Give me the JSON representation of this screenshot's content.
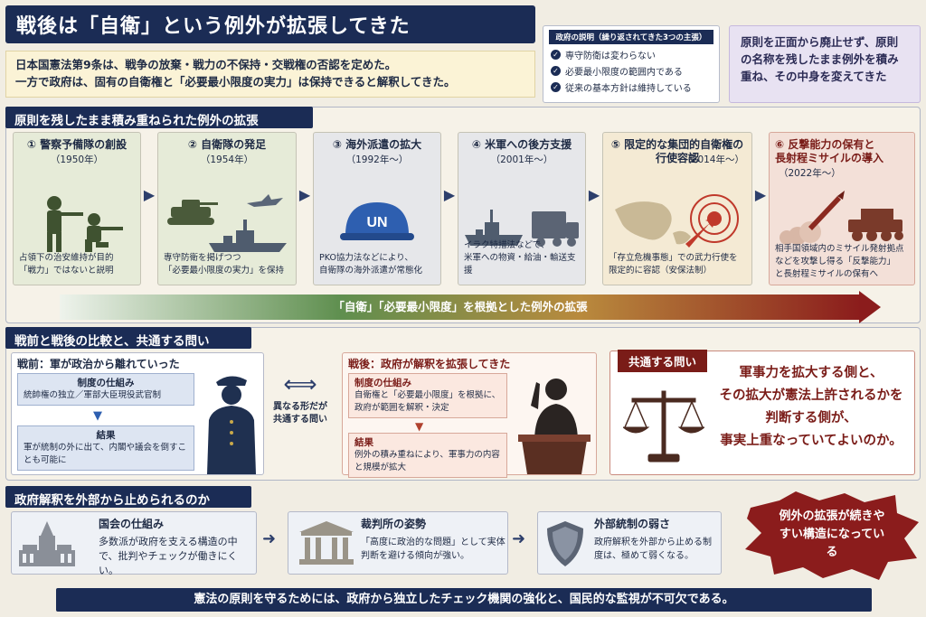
{
  "title": "戦後は「自衛」という例外が拡張してきた",
  "intro": {
    "line1": "日本国憲法第9条は、戦争の放棄・戦力の不保持・交戦権の否認を定めた。",
    "line2": "一方で政府は、固有の自衛権と「必要最小限度の実力」は保持できると解釈してきた。"
  },
  "explanation": {
    "header": "政府の説明（繰り返されてきた3つの主張）",
    "items": [
      "専守防衛は変わらない",
      "必要最小限度の範囲内である",
      "従来の基本方針は維持している"
    ]
  },
  "callout": {
    "text": "原則を正面から廃止せず、原則の名称を残したまま例外を積み重ね、その中身を変えてきた"
  },
  "expansion": {
    "section_title": "原則を残したまま積み重ねられた例外の拡張",
    "steps": [
      {
        "title": "① 警察予備隊の創設",
        "year": "（1950年）",
        "desc1": "占領下の治安維持が目的",
        "desc2": "「戦力」ではないと説明",
        "icon": "soldiers-icon"
      },
      {
        "title": "② 自衛隊の発足",
        "year": "（1954年）",
        "desc1": "専守防衛を掲げつつ",
        "desc2": "「必要最小限度の実力」を保持",
        "icon": "tank-ship-jet-icon"
      },
      {
        "title": "③ 海外派遣の拡大",
        "year": "（1992年〜）",
        "desc1": "PKO協力法などにより、",
        "desc2": "自衛隊の海外派遣が常態化",
        "icon": "un-helmet-icon",
        "badge": "UN"
      },
      {
        "title": "④ 米軍への後方支援",
        "year": "（2001年〜）",
        "desc1": "イラク特措法などで、",
        "desc2": "米軍への物資・給油・輸送支援",
        "icon": "warship-truck-icon"
      },
      {
        "title": "⑤ 限定的な集団的自衛権の",
        "title2": "行使容認",
        "year": "（2014年〜）",
        "desc1": "「存立危機事態」での武力行使を",
        "desc2": "限定的に容認（安保法制）",
        "icon": "map-target-icon"
      },
      {
        "title": "⑥ 反撃能力の保有と",
        "title2": "長射程ミサイルの導入",
        "year": "（2022年〜）",
        "desc1": "相手国領域内のミサイル発射拠点",
        "desc2": "などを攻撃し得る「反撃能力」",
        "desc3": "と長射程ミサイルの保有へ",
        "icon": "missile-launcher-icon"
      }
    ],
    "band": "「自衛」「必要最小限度」を根拠とした例外の拡張"
  },
  "comparison": {
    "section_title": "戦前と戦後の比較と、共通する問い",
    "prewar": {
      "title": "戦前：軍が政治から離れていった",
      "mech_label": "制度の仕組み",
      "mech_text": "統帥権の独立／軍部大臣現役武官制",
      "result_label": "結果",
      "result_text": "軍が統制の外に出て、内閣や議会を倒すことも可能に"
    },
    "middle": "異なる形だが共通する問い",
    "postwar": {
      "title": "戦後：政府が解釈を拡張してきた",
      "mech_label": "制度の仕組み",
      "mech_text": "自衛権と「必要最小限度」を根拠に、政府が範囲を解釈・決定",
      "result_label": "結果",
      "result_text": "例外の積み重ねにより、軍事力の内容と規模が拡大"
    },
    "question": {
      "label": "共通する問い",
      "lines": [
        "軍事力を拡大する側と、",
        "その拡大が憲法上許されるかを",
        "判断する側が、",
        "事実上重なっていてよいのか。"
      ]
    }
  },
  "external": {
    "section_title": "政府解釈を外部から止められるのか",
    "items": [
      {
        "title": "国会の仕組み",
        "text": "多数派が政府を支える構造の中で、批判やチェックが働きにくい。",
        "icon": "diet-building-icon"
      },
      {
        "title": "裁判所の姿勢",
        "text": "「高度に政治的な問題」として実体判断を避ける傾向が強い。",
        "icon": "courthouse-icon"
      },
      {
        "title": "外部統制の弱さ",
        "text": "政府解釈を外部から止める制度は、極めて弱くなる。",
        "icon": "shield-icon"
      }
    ],
    "burst": "例外の拡張が続きやすい構造になっている"
  },
  "footer": "憲法の原則を守るためには、政府から独立したチェック機関の強化と、国民的な監視が不可欠である。",
  "colors": {
    "navy": "#1b2c55",
    "darkred": "#7a1c18",
    "green": "#5f8f4f"
  }
}
